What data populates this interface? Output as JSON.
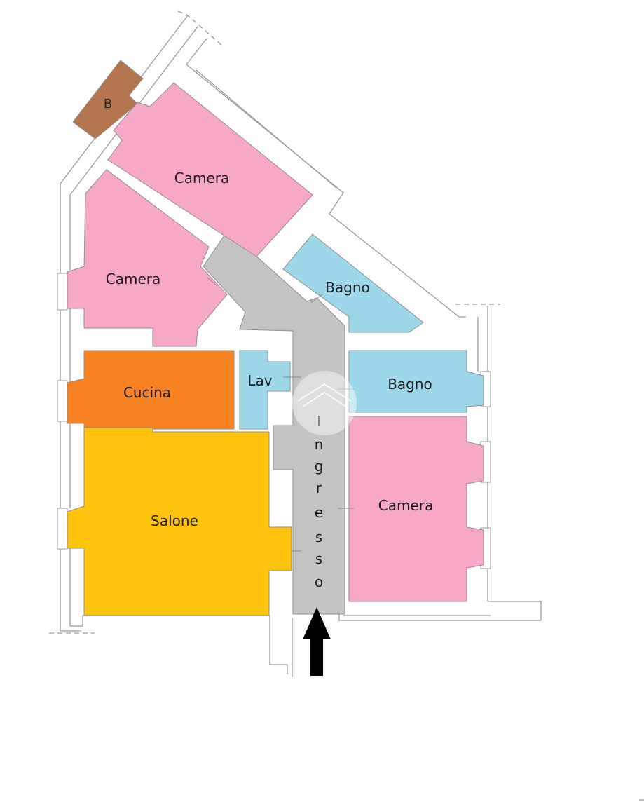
{
  "floor_plan": {
    "rooms": [
      {
        "id": "b",
        "label": "B",
        "color": "#b5754f"
      },
      {
        "id": "camera-top",
        "label": "Camera",
        "color": "#f7a8c8"
      },
      {
        "id": "camera-left",
        "label": "Camera",
        "color": "#f7a8c8"
      },
      {
        "id": "bagno-top",
        "label": "Bagno",
        "color": "#9dd8ea"
      },
      {
        "id": "cucina",
        "label": "Cucina",
        "color": "#f88122"
      },
      {
        "id": "lav",
        "label": "Lav",
        "color": "#9dd8ea"
      },
      {
        "id": "bagno-right",
        "label": "Bagno",
        "color": "#9dd8ea"
      },
      {
        "id": "salone",
        "label": "Salone",
        "color": "#fdc30d"
      },
      {
        "id": "camera-right",
        "label": "Camera",
        "color": "#f7a8c8"
      }
    ],
    "corridor": {
      "label_letters": [
        "I",
        "n",
        "g",
        "r",
        "e",
        "s",
        "s",
        "o"
      ],
      "color": "#c4c4c4"
    },
    "entrance_arrow": {
      "icon": "arrow-up-icon",
      "color": "#000000"
    }
  }
}
